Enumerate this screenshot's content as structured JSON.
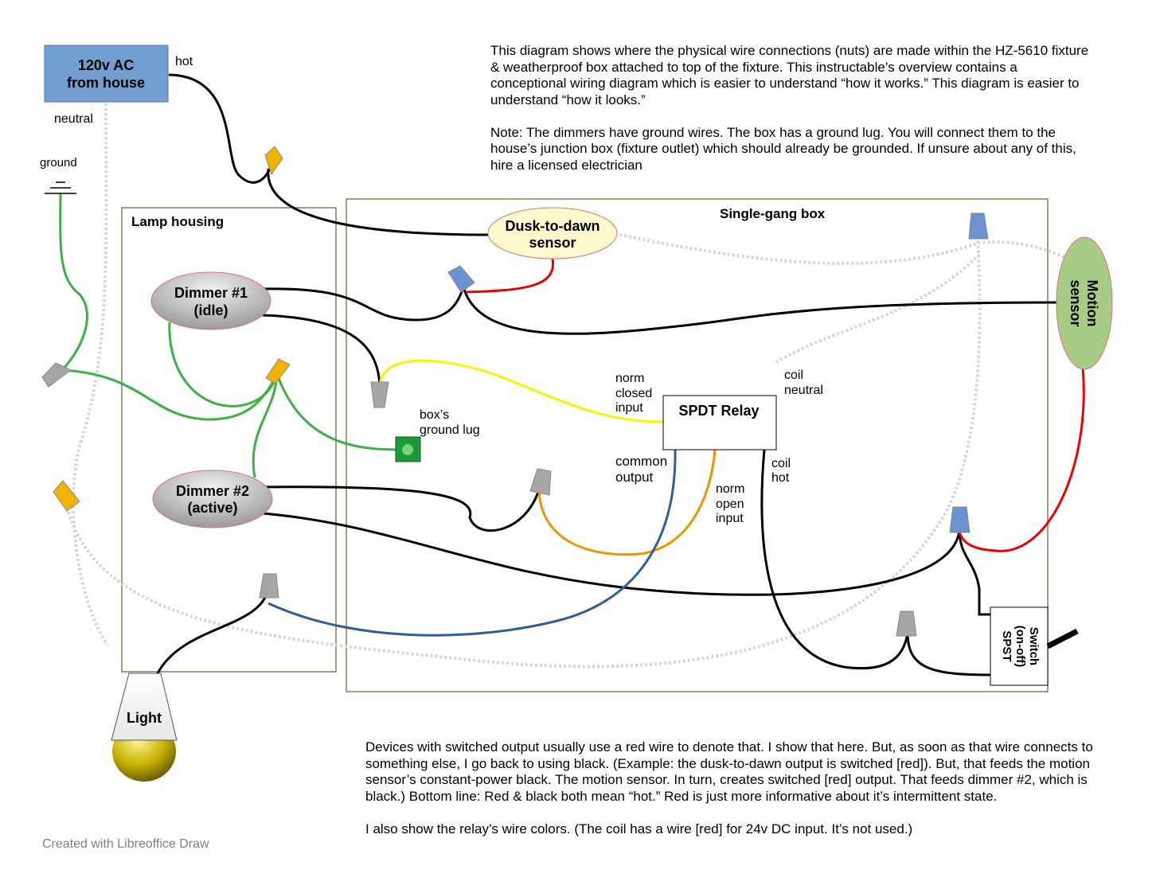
{
  "intro": {
    "paragraph1": "This diagram shows where the physical wire connections (nuts) are made within the HZ-5610 fixture & weatherproof box attached to top of the fixture. This instructable’s overview contains a conceptional wiring diagram which is  easier to understand “how it works.” This diagram is easier to understand “how it looks.”",
    "paragraph2": "Note: The dimmers have ground wires. The box has a ground lug. You will connect them to the house’s junction box (fixture outlet) which should already be grounded. If unsure about any of this, hire a licensed electrician"
  },
  "footer": {
    "paragraph1": "Devices with switched output usually use a red wire to denote that. I show that here. But, as soon as that wire connects to something else, I go back to using black. (Example: the dusk-to-dawn output is switched [red]). But, that feeds the motion sensor’s constant-power black. The motion sensor. In turn, creates switched [red] output. That feeds dimmer #2, which is black.) Bottom line: Red & black both mean “hot.” Red is just more informative about it’s intermittent state.",
    "paragraph2": "I also show the relay’s wire colors. (The coil has a wire [red] for 24v DC input. It’s not used.)",
    "credit": "Created with Libreoffice Draw"
  },
  "source": {
    "line1": "120v AC",
    "line2": "from house"
  },
  "labels": {
    "hot": "hot",
    "neutral": "neutral",
    "ground": "ground",
    "lamp_housing": "Lamp housing",
    "single_gang_box": "Single-gang box",
    "box_ground_lug_1": "box’s",
    "box_ground_lug_2": "ground lug",
    "norm_closed_1": "norm",
    "norm_closed_2": "closed",
    "norm_closed_3": "input",
    "coil_neutral_1": "coil",
    "coil_neutral_2": "neutral",
    "common_output_1": "common",
    "common_output_2": "output",
    "norm_open_1": "norm",
    "norm_open_2": "open",
    "norm_open_3": "input",
    "coil_hot_1": "coil",
    "coil_hot_2": "hot"
  },
  "components": {
    "dusk_sensor": {
      "line1": "Dusk-to-dawn",
      "line2": "sensor"
    },
    "dimmer1": {
      "line1": "Dimmer #1",
      "line2": "(idle)"
    },
    "dimmer2": {
      "line1": "Dimmer #2",
      "line2": "(active)"
    },
    "relay": "SPDT Relay",
    "motion_sensor": {
      "line1": "Motion",
      "line2": "sensor"
    },
    "switch": {
      "line1": "Switch",
      "line2": "(on-off)",
      "line3": "SPST"
    },
    "light": "Light"
  },
  "colors": {
    "wire_hot": "#000000",
    "wire_switched": "#ee0000",
    "wire_ground": "#3cb043",
    "wire_neutral": "#dcdcdc",
    "wire_norm_closed": "#f5f500",
    "wire_norm_open": "#f39200",
    "wire_common": "#2d5f9a",
    "nut_yellow": "#f0b400",
    "nut_blue": "#6b93d0",
    "nut_gray": "#a6a6a6",
    "source_box": "#729fcf",
    "motion_sensor_fill": "#a6cc86",
    "dusk_sensor_fill": "#fffacd",
    "ground_lug": "#1a9b3a"
  }
}
